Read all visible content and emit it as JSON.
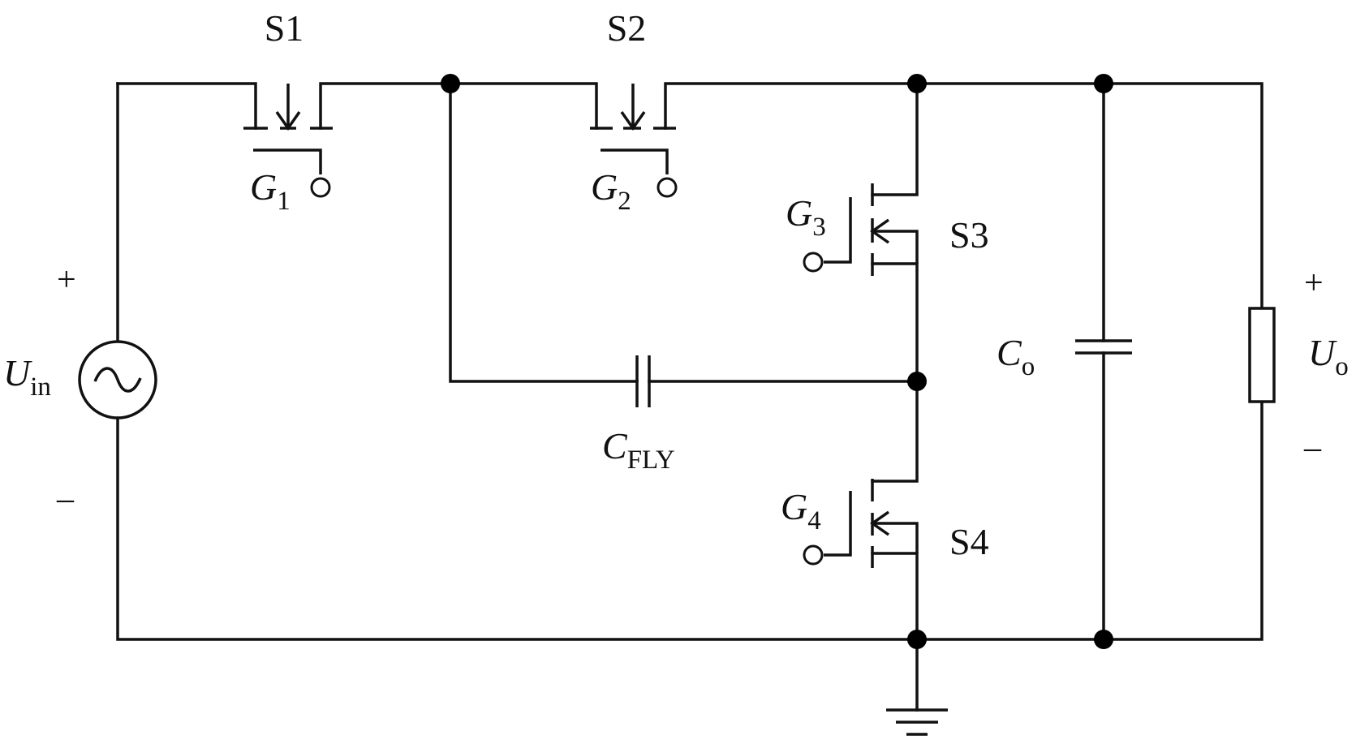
{
  "switches": {
    "s1": {
      "name": "S1",
      "gate": "G",
      "gate_index": "1"
    },
    "s2": {
      "name": "S2",
      "gate": "G",
      "gate_index": "2"
    },
    "s3": {
      "name": "S3",
      "gate": "G",
      "gate_index": "3"
    },
    "s4": {
      "name": "S4",
      "gate": "G",
      "gate_index": "4"
    }
  },
  "source": {
    "symbol": "U",
    "sub": "in",
    "plus": "+",
    "minus": "–"
  },
  "output": {
    "symbol": "U",
    "sub": "o",
    "plus": "+",
    "minus": "–"
  },
  "flying_cap": {
    "symbol": "C",
    "sub": "FLY"
  },
  "output_cap": {
    "symbol": "C",
    "sub": "o"
  }
}
